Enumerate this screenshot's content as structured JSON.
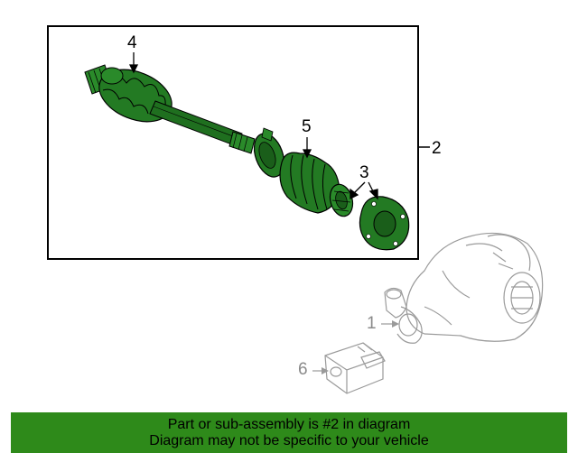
{
  "callouts": {
    "c1": "1",
    "c2": "2",
    "c3": "3",
    "c4": "4",
    "c5": "5",
    "c6": "6"
  },
  "banner": {
    "line1": "Part or sub-assembly is #2 in diagram",
    "line2": "Diagram may not be specific to your vehicle"
  },
  "colors": {
    "highlight_part": "#1f7a1f",
    "banner_bg": "#2e8a1a",
    "context_part": "#9a9a9a"
  }
}
